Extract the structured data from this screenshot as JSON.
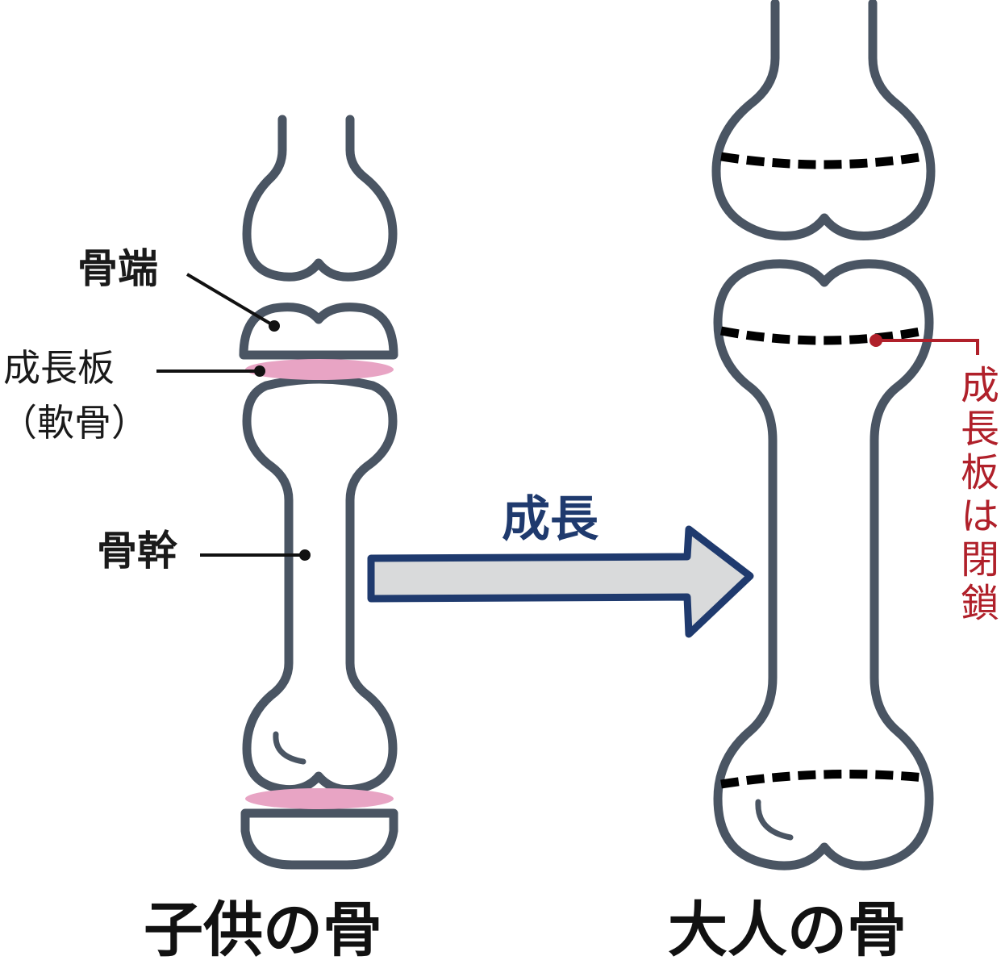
{
  "labels": {
    "epiphysis": "骨端",
    "growth_plate": "成長板",
    "growth_plate_sub": "（軟骨）",
    "diaphysis": "骨幹",
    "growth": "成長",
    "closed_plate": "成長板は閉鎖",
    "child_bone": "子供の骨",
    "adult_bone": "大人の骨"
  },
  "colors": {
    "outline": "#4a5563",
    "growth_plate": "#e8a4c4",
    "arrow_border": "#1f3a6e",
    "arrow_fill": "#d9dadb",
    "annotation_red": "#b0202a",
    "dashed_line": "#000000"
  }
}
